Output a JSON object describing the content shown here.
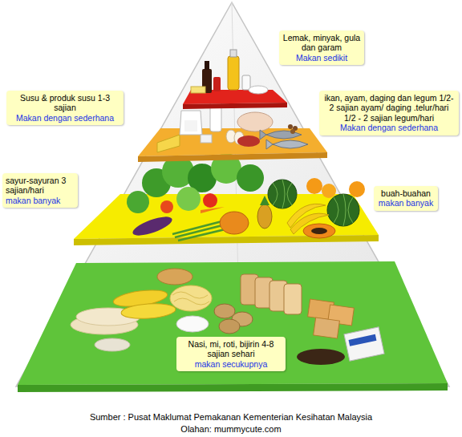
{
  "diagram": {
    "nodes": [
      {
        "text": [
          "Lemak, minyak, gula dan garam",
          "Makan sedikit"
        ]
      },
      {
        "text": [
          "Susu & produk susu 1-3 sajian",
          "Makan dengan sederhana"
        ]
      },
      {
        "text": [
          "ikan, ayam, daging dan legum 1/2- 2 sajian ayam/ daging .telur/hari 1/2 - 2 sajian legum/hari",
          "Makan dengan sederhana"
        ]
      },
      {
        "text": [
          "sayur-sayuran 3 sajian/hari",
          "makan banyak"
        ]
      },
      {
        "text": [
          "buah-buahan",
          "makan banyak"
        ]
      },
      {
        "text": [
          "Nasi, mi, roti, bijirin 4-8 sajian sehari",
          "makan secukupnya"
        ]
      }
    ],
    "labels": [
      "Sumber : Pusat Maklumat Pemakanan Kementerian Kesihatan Malaysia",
      "Olahan: mummycute.com"
    ]
  }
}
